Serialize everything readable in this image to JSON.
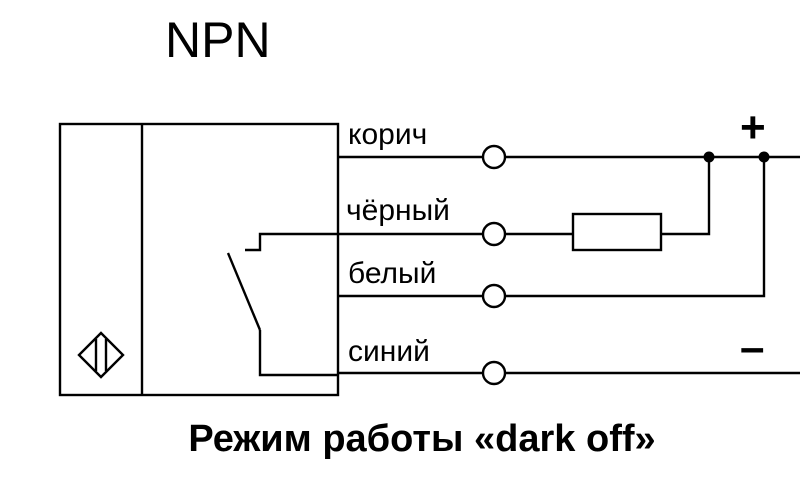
{
  "diagram": {
    "title": "NPN",
    "wires": [
      {
        "label": "корич"
      },
      {
        "label": "чёрный"
      },
      {
        "label": "белый"
      },
      {
        "label": "синий"
      }
    ],
    "plus_sign": "+",
    "minus_sign": "–",
    "caption": "Режим работы «dark off»"
  }
}
